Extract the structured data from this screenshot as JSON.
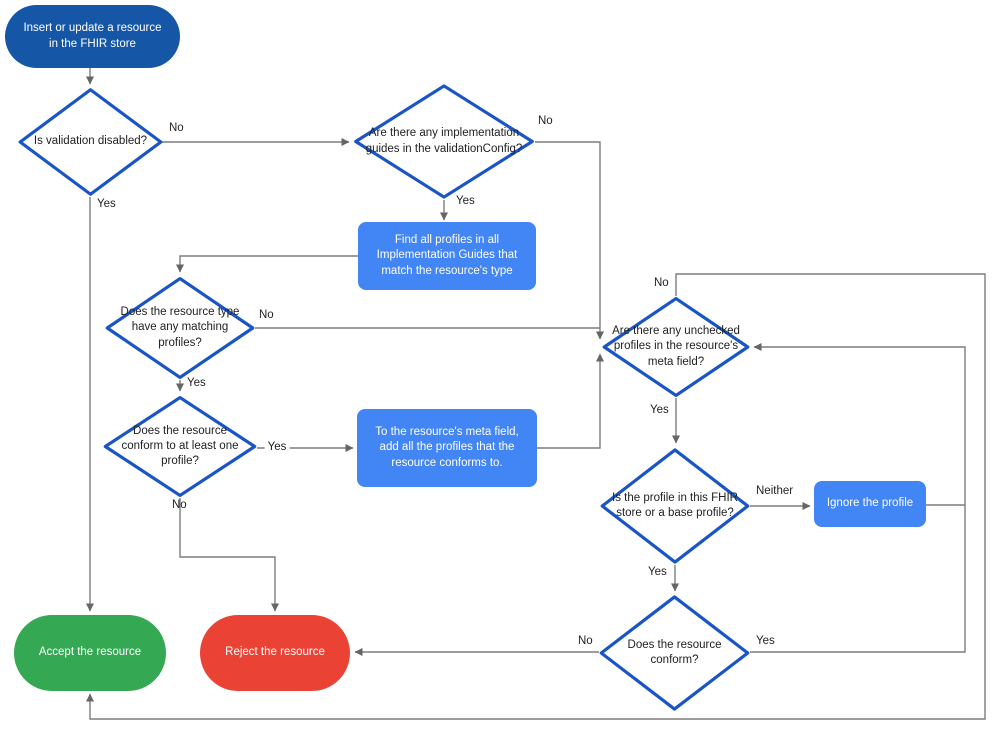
{
  "diagram": {
    "start": "Insert or update a resource in the FHIR store",
    "decisions": {
      "validation_disabled": "Is validation disabled?",
      "implementation_guides": "Are there any implementation guides in the validationConfig?",
      "matching_profiles": "Does the resource type have any matching profiles?",
      "conform_one_profile": "Does the resource conform to at least one profile?",
      "unchecked_profiles": "Are there any unchecked profiles in the resource's meta field?",
      "store_or_base_profile": "Is the profile in this FHIR store or a base profile?",
      "resource_conform": "Does the resource conform?"
    },
    "processes": {
      "find_profiles": "Find all profiles in all Implementation Guides that match the resource's type",
      "add_profiles": "To the resource's meta field, add all the profiles that the resource conforms to.",
      "ignore_profile": "Ignore the profile"
    },
    "terminals": {
      "accept": "Accept the resource",
      "reject": "Reject the resource"
    },
    "edge_labels": {
      "validation_disabled_no": "No",
      "validation_disabled_yes": "Yes",
      "implementation_guides_no": "No",
      "implementation_guides_yes": "Yes",
      "matching_profiles_no": "No",
      "matching_profiles_yes": "Yes",
      "conform_one_profile_yes": "Yes",
      "conform_one_profile_no": "No",
      "unchecked_profiles_no": "No",
      "unchecked_profiles_yes": "Yes",
      "store_or_base_neither": "Neither",
      "store_or_base_yes": "Yes",
      "resource_conform_no": "No",
      "resource_conform_yes": "Yes"
    },
    "colors": {
      "start_fill": "#1556a6",
      "decision_stroke": "#1a55c6",
      "process_fill": "#4285f4",
      "accept_fill": "#34a853",
      "reject_fill": "#ea4335",
      "connector": "#7d7d7d",
      "arrowhead": "#666666"
    }
  }
}
